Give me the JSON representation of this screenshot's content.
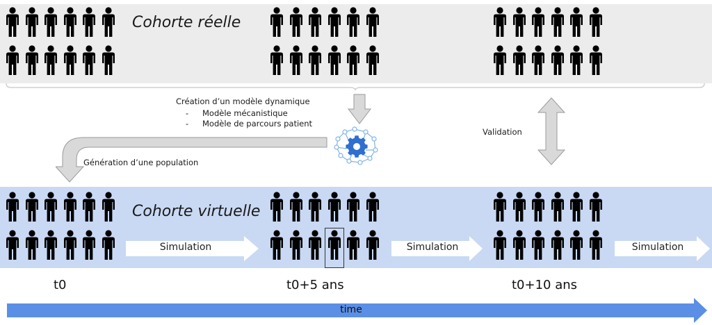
{
  "labels": {
    "real_cohort": "Cohorte réelle",
    "virtual_cohort": "Cohorte virtuelle",
    "model_creation": "Création d’un modèle dynamique",
    "model_items": [
      "Modèle mécanistique",
      "Modèle de parcours patient"
    ],
    "generation": "Génération d’une population",
    "validation": "Validation",
    "simulation": "Simulation",
    "time_axis": "time",
    "dash": "-"
  },
  "timepoints": [
    "t0",
    "t0+5 ans",
    "t0+10 ans"
  ],
  "icons": {
    "person": "person-icon",
    "model": "gear-network-icon"
  },
  "colors": {
    "real_band": "#ececec",
    "virtual_band": "#c9d9f3",
    "time_arrow": "#5b8fe6",
    "gear": "#2f6fcf",
    "node": "#7fb3e8"
  }
}
